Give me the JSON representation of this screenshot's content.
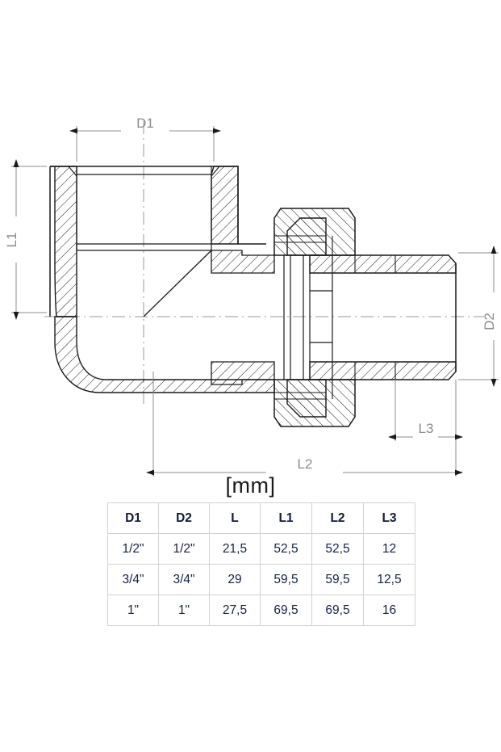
{
  "drawing": {
    "title": "elbow-union-fitting-section-view",
    "unit_label": "[mm]",
    "dimension_labels": {
      "d1": "D1",
      "d2": "D2",
      "l1": "L1",
      "l2": "L2",
      "l3": "L3"
    },
    "line_color": "#1a1a1a",
    "dimension_color": "#8c8c8c",
    "centerline_color": "#9a9a9a"
  },
  "table": {
    "headers": [
      "D1",
      "D2",
      "L",
      "L1",
      "L2",
      "L3"
    ],
    "rows": [
      [
        "1/2\"",
        "1/2\"",
        "21,5",
        "52,5",
        "52,5",
        "12"
      ],
      [
        "3/4\"",
        "3/4\"",
        "29",
        "59,5",
        "59,5",
        "12,5"
      ],
      [
        "1\"",
        "1\"",
        "27,5",
        "69,5",
        "69,5",
        "16"
      ]
    ]
  }
}
